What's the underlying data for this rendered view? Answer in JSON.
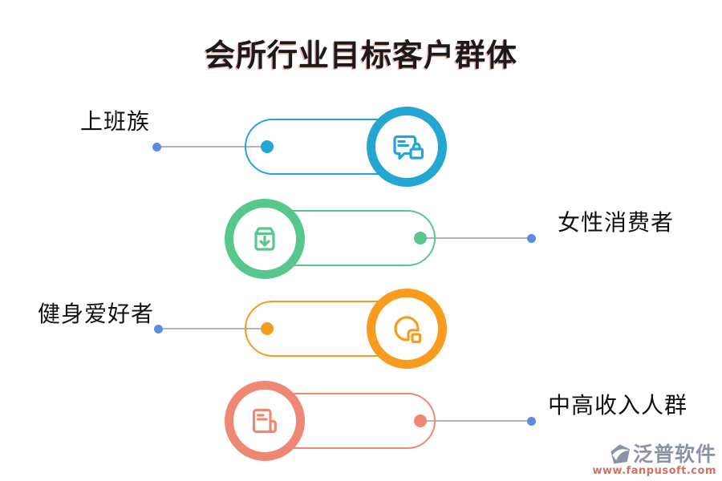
{
  "title": {
    "text": "会所行业目标客户群体",
    "color": "#1a1a1a"
  },
  "groups": [
    {
      "label": "上班族",
      "accent_color": "#24a6d2",
      "icon": "chat-lock-icon",
      "label_side": "left"
    },
    {
      "label": "女性消费者",
      "accent_color": "#58c78e",
      "icon": "box-arrow-down-icon",
      "label_side": "right"
    },
    {
      "label": "健身爱好者",
      "accent_color": "#f89c1e",
      "icon": "pie-chart-icon",
      "label_side": "left"
    },
    {
      "label": "中高收入人群",
      "accent_color": "#ef8872",
      "icon": "document-icon",
      "label_side": "right"
    }
  ],
  "connector": {
    "line_color": "#b5b5b5",
    "endpoint_dot_color": "#5b8ce0"
  },
  "watermark": {
    "brand": "泛普软件",
    "url": "www.fanpusoft.com",
    "brand_color": "#8b93a5",
    "url_color": "#cd7265",
    "logo": "fanpu-logo-icon"
  }
}
